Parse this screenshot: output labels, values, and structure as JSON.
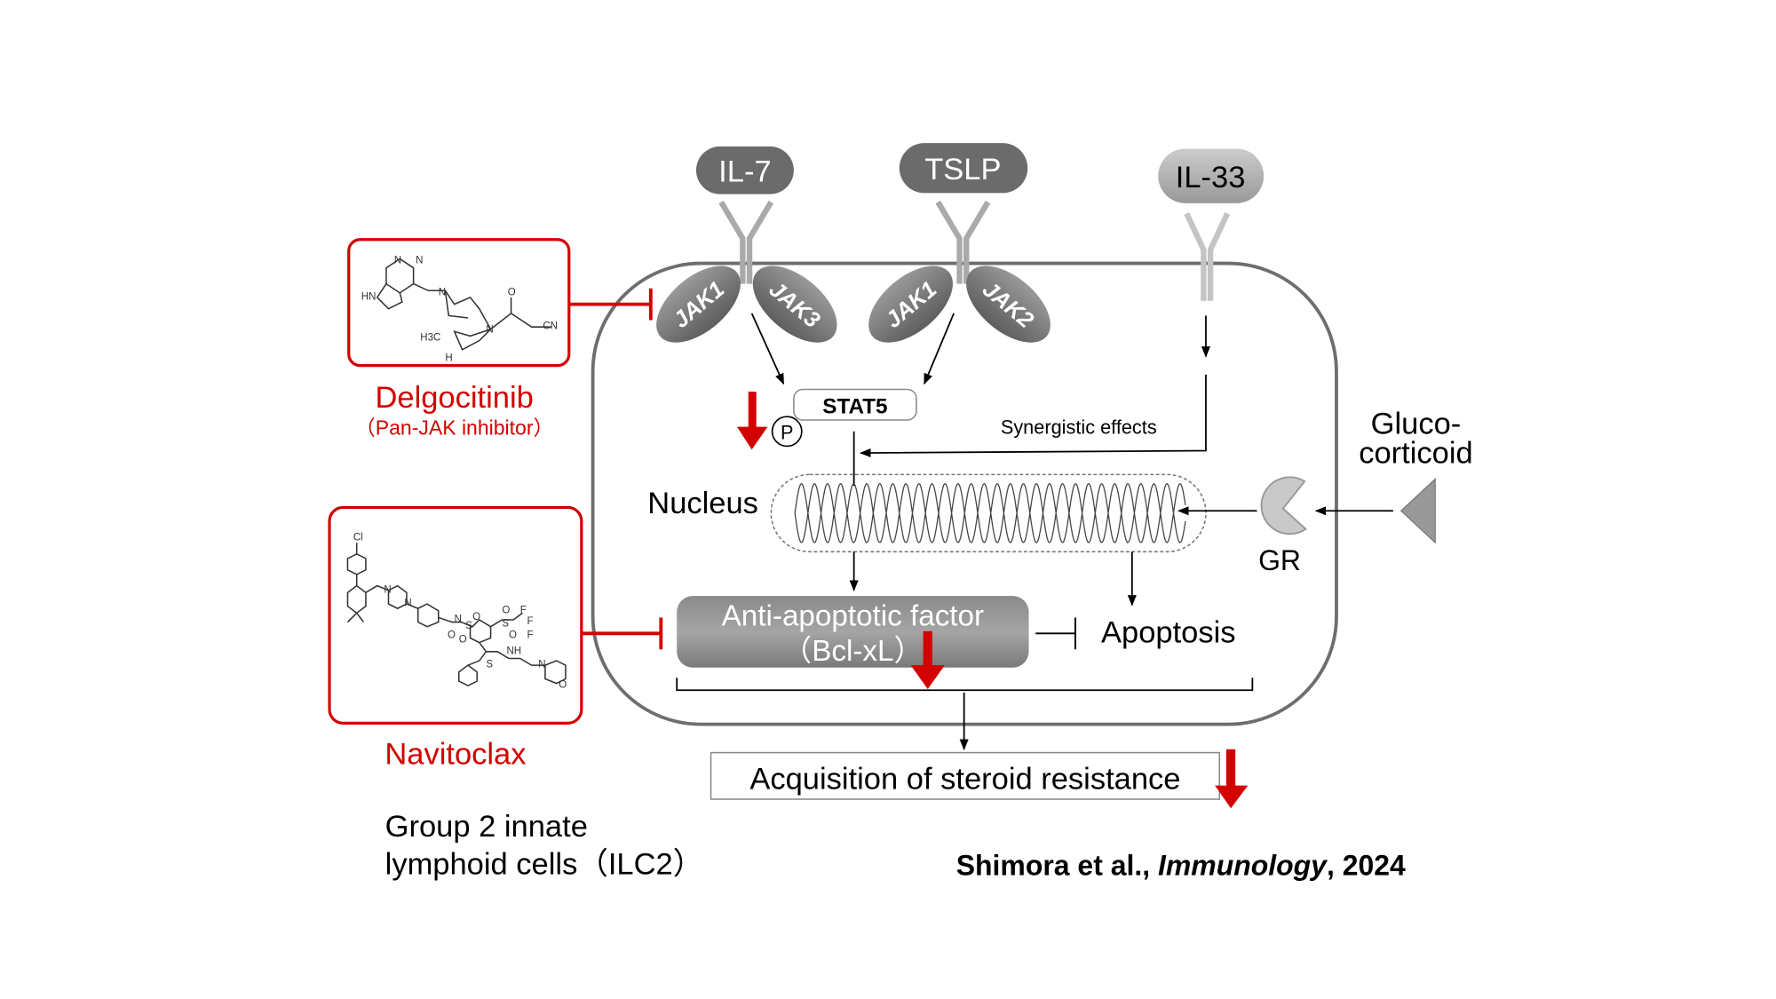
{
  "ligands": {
    "il7": "IL-7",
    "tslp": "TSLP",
    "il33": "IL-33"
  },
  "jaks": {
    "jak1_a": "JAK1",
    "jak3": "JAK3",
    "jak1_b": "JAK1",
    "jak2": "JAK2"
  },
  "stat5": "STAT5",
  "phospho": "P",
  "synergistic": "Synergistic effects",
  "nucleus": "Nucleus",
  "gr": "GR",
  "glucocorticoid": {
    "line1": "Gluco-",
    "line2": "corticoid"
  },
  "anti_apoptotic": {
    "line1": "Anti-apoptotic factor",
    "line2": "（Bcl-xL）"
  },
  "apoptosis": "Apoptosis",
  "outcome": "Acquisition of steroid resistance",
  "drugs": {
    "delgocitinib": {
      "name": "Delgocitinib",
      "note": "（Pan-JAK inhibitor）",
      "atoms": [
        "N",
        "N",
        "HN",
        "N",
        "O",
        "N",
        "CN",
        "H3C",
        "H"
      ]
    },
    "navitoclax": {
      "name": "Navitoclax",
      "atoms": [
        "Cl",
        "N",
        "N",
        "O",
        "N",
        "S",
        "O",
        "O",
        "S",
        "F",
        "F",
        "F",
        "O",
        "O",
        "NH",
        "S",
        "N",
        "O"
      ]
    }
  },
  "cell_label": {
    "line1": "Group 2 innate",
    "line2": "lymphoid cells（ILC2）"
  },
  "citation": {
    "authors": "Shimora et al., ",
    "journal": "Immunology",
    "year": ", 2024"
  },
  "colors": {
    "inhibitor_red": "#d40000",
    "ligand_dark": "#6b6b6b",
    "ligand_light": "#b0b0b0",
    "cell_outline": "#6e6e6e"
  }
}
